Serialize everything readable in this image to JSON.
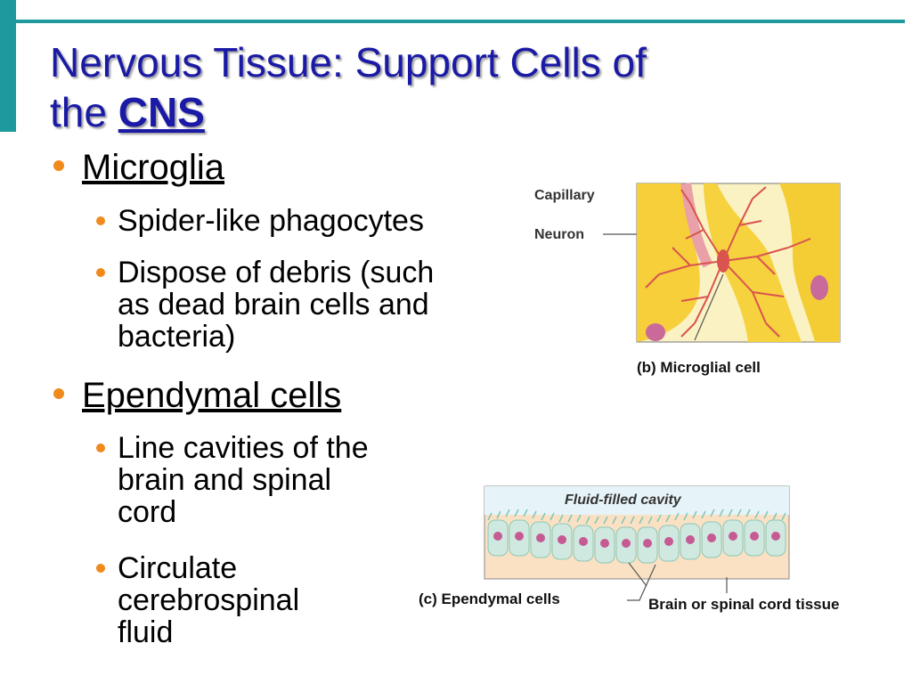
{
  "slide": {
    "title_part1": "Nervous Tissue: Support Cells of",
    "title_part2": "the ",
    "title_emphasis": "CNS",
    "accent_color": "#1f9a9c",
    "title_color": "#1a1aa6",
    "bullet_color": "#f08a1c"
  },
  "bullets": [
    {
      "label": "Microglia",
      "subitems": [
        {
          "lines": [
            "Spider-like phagocytes"
          ]
        },
        {
          "lines": [
            "Dispose of debris (such",
            "as dead brain cells and",
            "bacteria)"
          ]
        }
      ]
    },
    {
      "label": "Ependymal cells",
      "subitems": [
        {
          "lines": [
            "Line cavities of the",
            "brain and spinal",
            "cord"
          ]
        },
        {
          "lines": [
            "Circulate",
            "cerebrospinal",
            "fluid"
          ]
        }
      ]
    }
  ],
  "figure_b": {
    "label_capillary": "Capillary",
    "label_neuron": "Neuron",
    "caption": "(b) Microglial cell"
  },
  "figure_c": {
    "label_cavity": "Fluid-filled cavity",
    "caption": "(c) Ependymal cells",
    "label_tissue": "Brain or spinal cord tissue"
  }
}
